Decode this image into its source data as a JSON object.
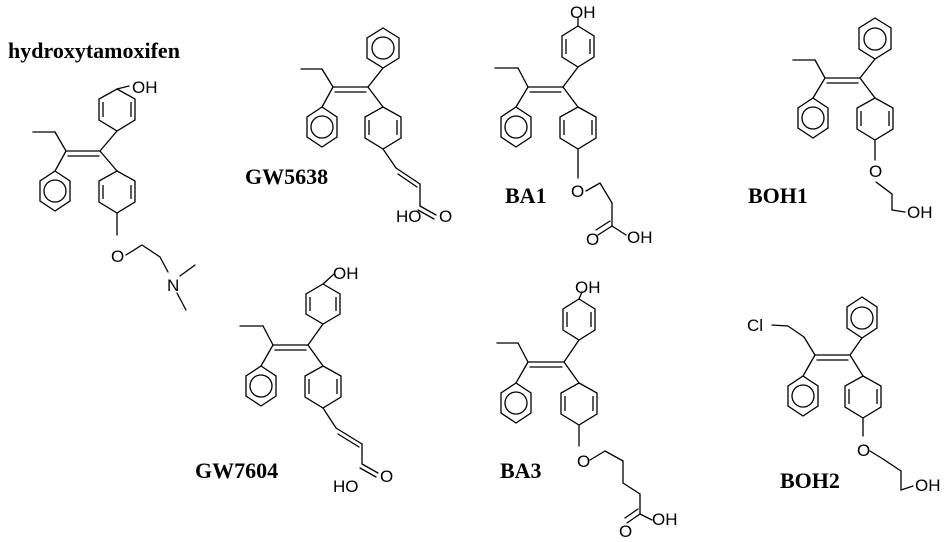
{
  "compounds": [
    {
      "name": "hydroxytamoxifen"
    },
    {
      "name": "GW5638"
    },
    {
      "name": "BA1"
    },
    {
      "name": "BOH1"
    },
    {
      "name": "GW7604"
    },
    {
      "name": "BA3"
    },
    {
      "name": "BOH2"
    }
  ],
  "atoms": {
    "oh": "OH",
    "o": "O",
    "n": "N",
    "ho": "HO",
    "cl": "Cl"
  }
}
